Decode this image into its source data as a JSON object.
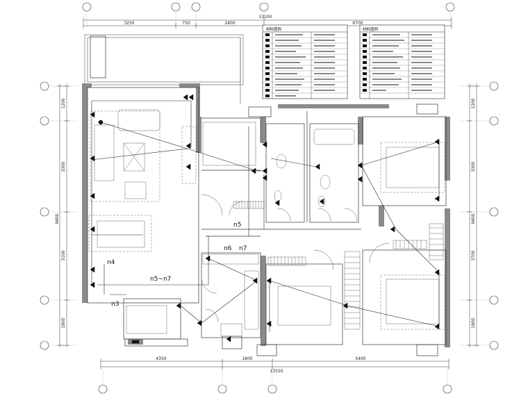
{
  "dimensions": {
    "top_total": "13100",
    "top_segments": [
      "3250",
      "750",
      "2400",
      "6700"
    ],
    "bottom_total": "13550",
    "bottom_segments": [
      "4350",
      "1800",
      "5400"
    ],
    "left_segments": [
      "1200",
      "3300",
      "3100",
      "1800"
    ],
    "left_total": "9400",
    "right_segments": [
      "1200",
      "3300",
      "3700",
      "1800"
    ],
    "right_total": "9400"
  },
  "circuits": [
    "n5",
    "n6",
    "n7",
    "n4",
    "n5~n7",
    "n3"
  ],
  "legend": {
    "table1_title": "材料图例",
    "table2_title": "材料图例"
  },
  "colors": {
    "wall": "#8a8a8a",
    "line": "#222222",
    "furniture": "#666666"
  }
}
